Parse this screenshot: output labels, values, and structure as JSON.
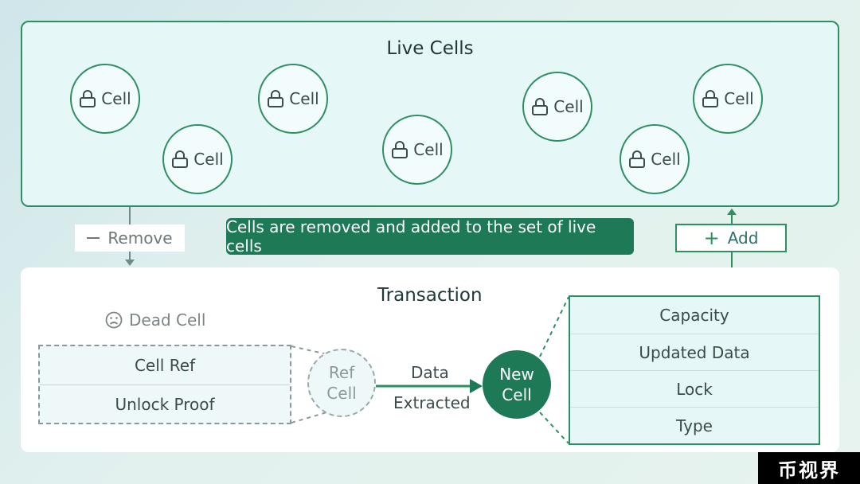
{
  "live_cells": {
    "title": "Live Cells",
    "cells": [
      {
        "label": "Cell"
      },
      {
        "label": "Cell"
      },
      {
        "label": "Cell"
      },
      {
        "label": "Cell"
      },
      {
        "label": "Cell"
      },
      {
        "label": "Cell"
      },
      {
        "label": "Cell"
      },
      {
        "label": "Cell"
      }
    ]
  },
  "flow": {
    "remove_label": "Remove",
    "banner_text": "Cells are removed and added to the set of live cells",
    "add_label": "Add"
  },
  "transaction": {
    "title": "Transaction",
    "dead_cell_label": "Dead Cell",
    "dead_cell_fields": [
      "Cell Ref",
      "Unlock Proof"
    ],
    "ref_cell": [
      "Ref",
      "Cell"
    ],
    "edge_label_top": "Data",
    "edge_label_bottom": "Extracted",
    "new_cell": [
      "New",
      "Cell"
    ],
    "new_cell_fields": [
      "Capacity",
      "Updated Data",
      "Lock",
      "Type"
    ]
  },
  "watermark": "币视界",
  "colors": {
    "accent": "#2e8f62",
    "accent_dark": "#1e7a56",
    "panel_bg": "#e6f7f7"
  }
}
